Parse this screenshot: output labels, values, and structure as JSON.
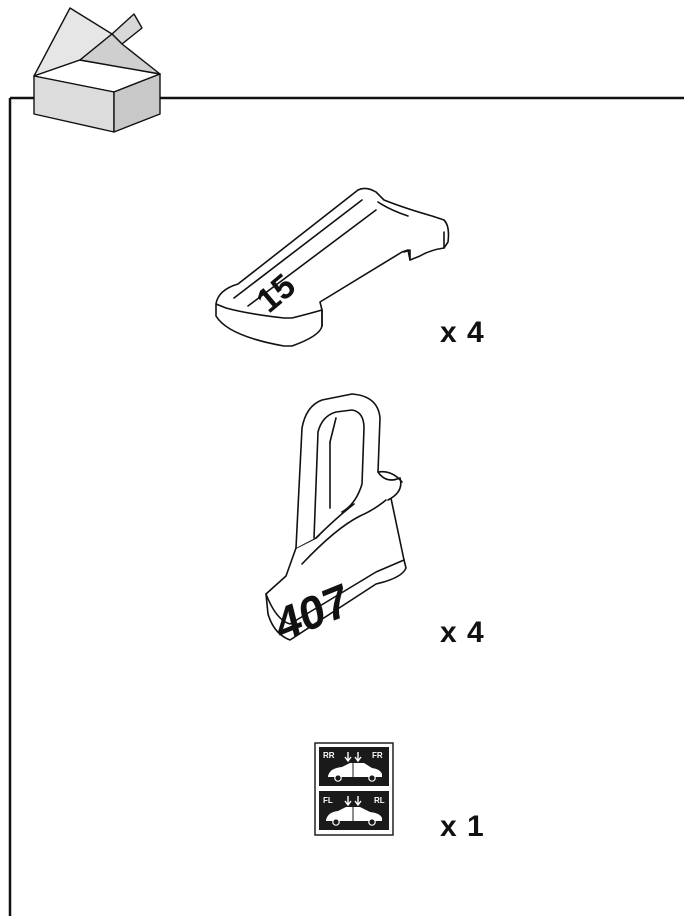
{
  "colors": {
    "line": "#111111",
    "box_side": "#d6d6d6",
    "box_light": "#e9e9e9",
    "part_fill": "#ffffff",
    "sticker_dark": "#1a1a1a"
  },
  "icons": {
    "header": "open-box-icon",
    "part1": "foot-pad-icon",
    "part2": "bracket-clip-icon",
    "part3": "position-sticker-icon"
  },
  "parts": [
    {
      "name": "foot-pad",
      "marking": "15",
      "quantity_label": "x 4"
    },
    {
      "name": "bracket-clip",
      "marking": "407",
      "quantity_label": "x 4"
    },
    {
      "name": "position-sticker-sheet",
      "labels": [
        "RR",
        "FR",
        "FL",
        "RL"
      ],
      "quantity_label": "x 1"
    }
  ]
}
